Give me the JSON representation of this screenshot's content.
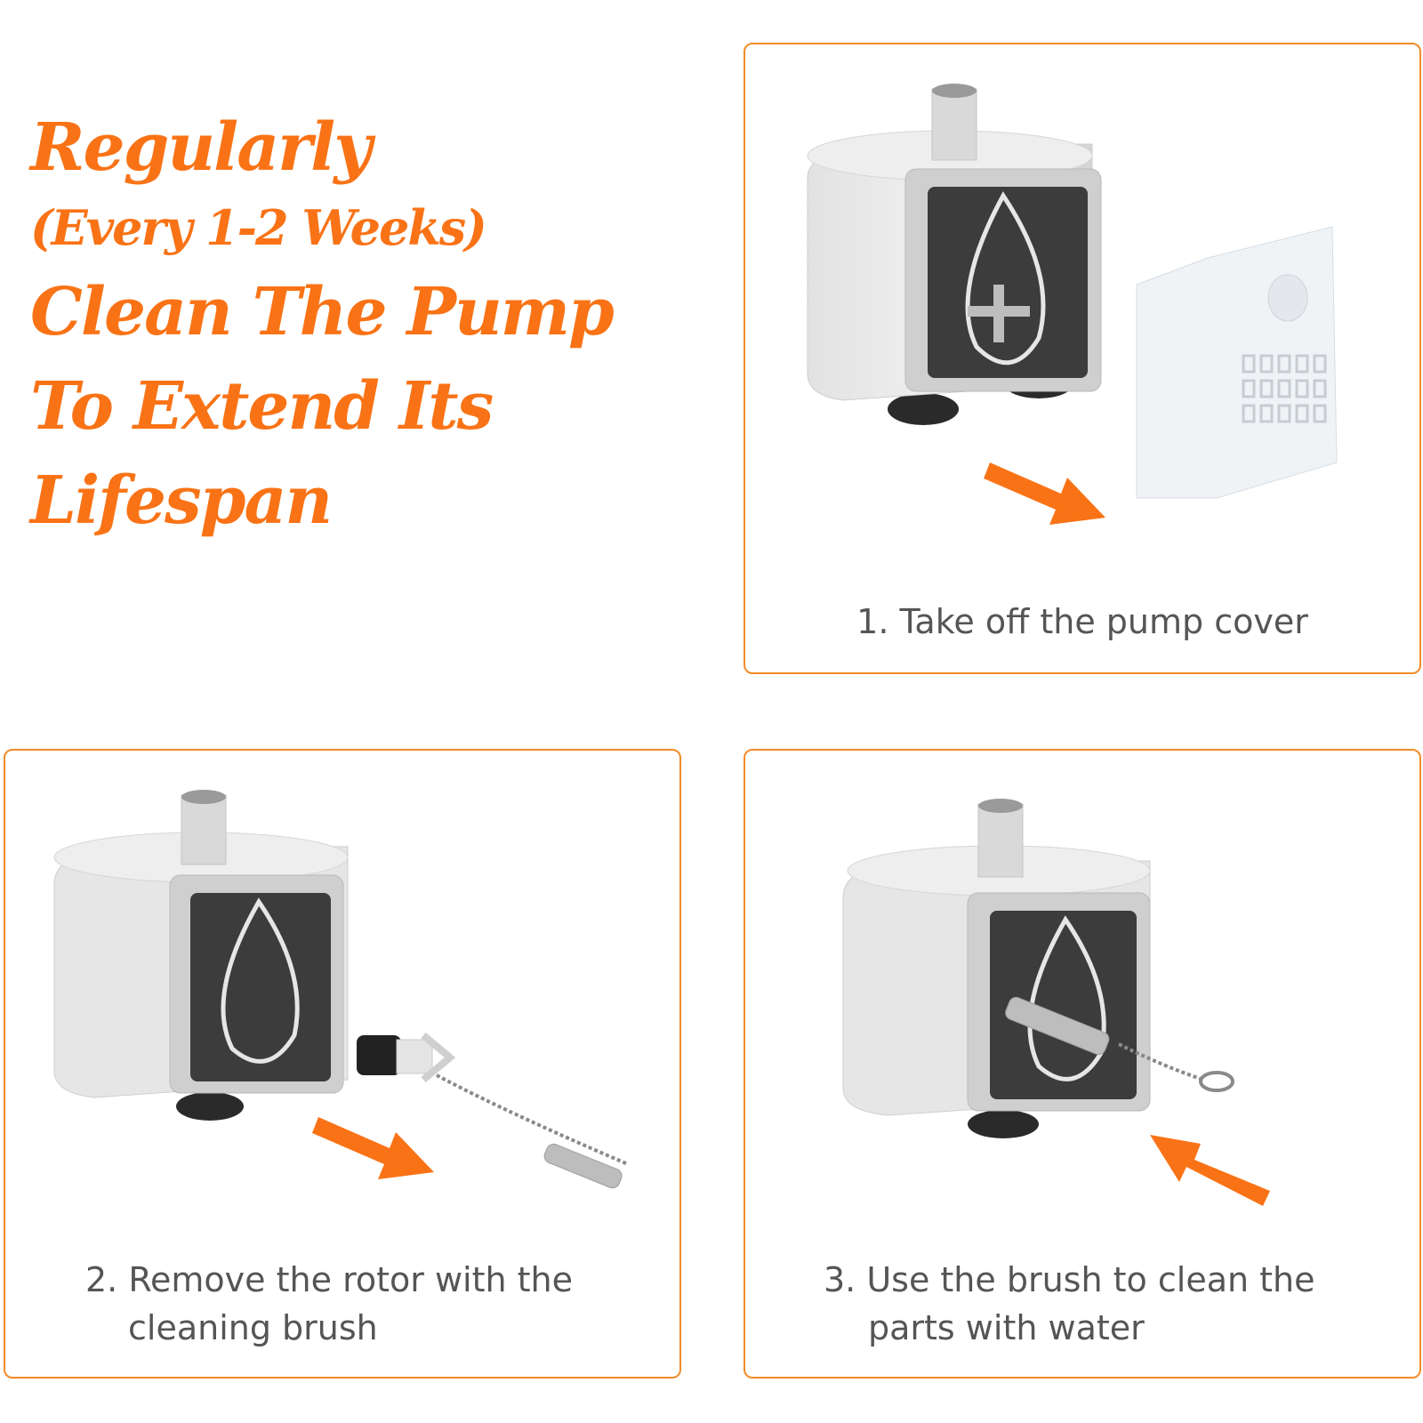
{
  "headline": {
    "line1": "Regularly",
    "line2": "(Every 1-2 Weeks)",
    "line3": "Clean The Pump",
    "line4": "To Extend Its",
    "line5": "Lifespan"
  },
  "colors": {
    "accent": "#f97316",
    "border": "#f28c28",
    "caption": "#555555"
  },
  "steps": [
    {
      "caption": "1. Take off the pump cover"
    },
    {
      "caption_line1": "2. Remove the rotor with the",
      "caption_line2": "cleaning brush"
    },
    {
      "caption_line1": "3. Use the brush to clean the",
      "caption_line2": "parts with water"
    }
  ]
}
